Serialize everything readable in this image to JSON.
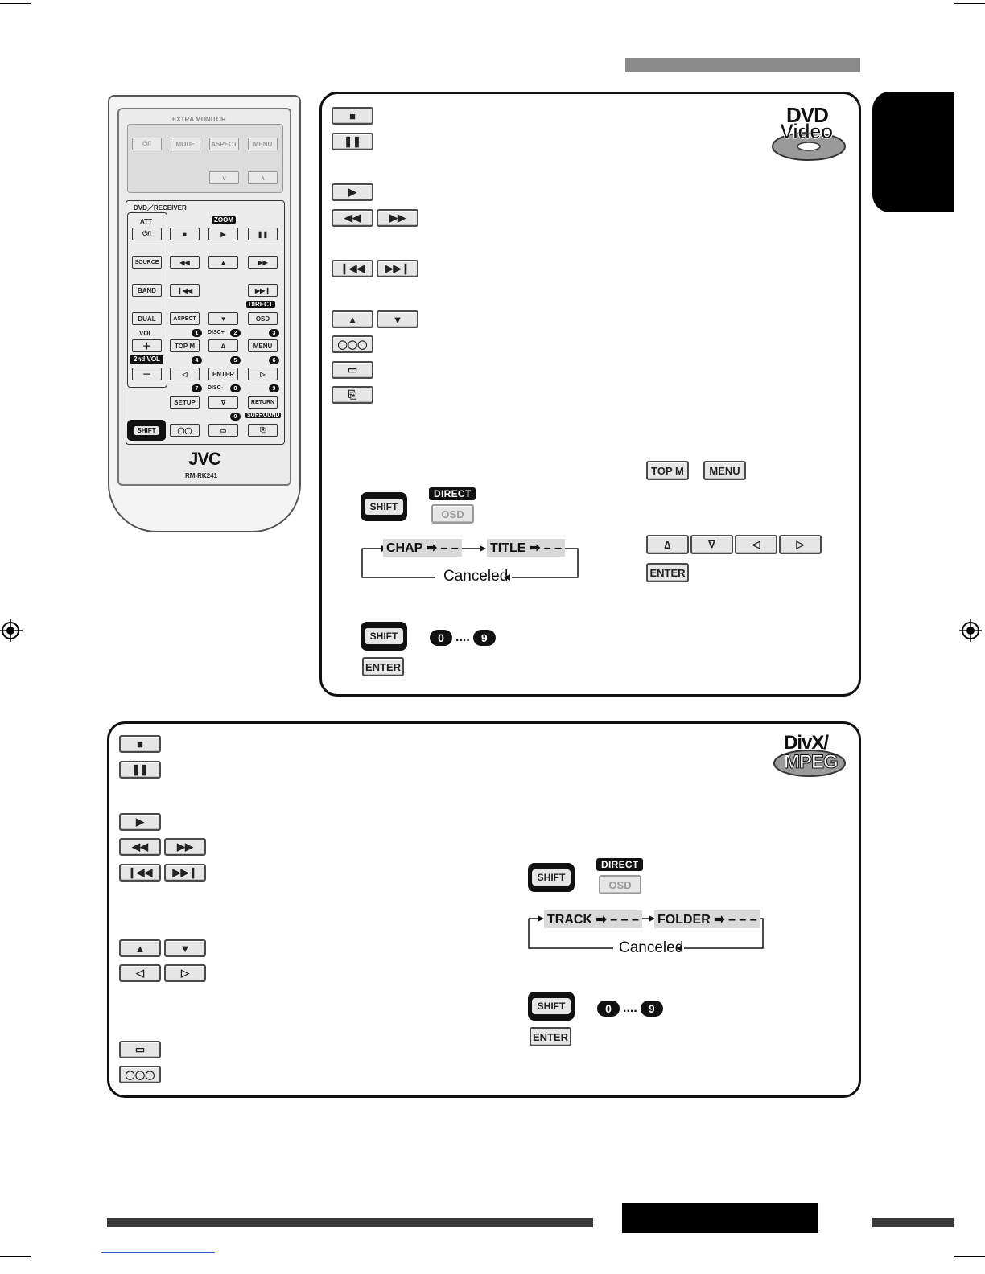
{
  "remote": {
    "extra_monitor": "EXTRA MONITOR",
    "power": "⏻/I",
    "mode": "MODE",
    "aspect": "ASPECT",
    "menu": "MENU",
    "down": "∨",
    "up": "∧",
    "dvd_receiver": "DVD／RECEIVER",
    "att": "ATT",
    "zoom": "ZOOM",
    "source": "SOURCE",
    "band": "BAND",
    "dual": "DUAL",
    "aspect2": "ASPECT",
    "direct": "DIRECT",
    "osd": "OSD",
    "vol": "VOL",
    "plus": "＋",
    "topm": "TOP M",
    "menu2": "MENU",
    "second_vol": "2nd VOL",
    "minus": "－",
    "enter": "ENTER",
    "setup": "SETUP",
    "return": "RETURN",
    "surround": "SURROUND",
    "shift": "SHIFT",
    "disc_plus": "DISC+",
    "disc_minus": "DISC-",
    "nums": [
      "1",
      "2",
      "3",
      "4",
      "5",
      "6",
      "7",
      "8",
      "9",
      "0"
    ],
    "brand": "JVC",
    "model": "RM-RK241"
  },
  "dvd_panel": {
    "logo_line1": "DVD",
    "logo_line2": "Video",
    "topm": "TOP M",
    "menu": "MENU",
    "shift": "SHIFT",
    "direct": "DIRECT",
    "osd": "OSD",
    "flow_chap": "CHAP ➡ – –",
    "flow_title": "TITLE ➡ – –",
    "canceled": "Canceled",
    "up_tri": "∆",
    "down_tri": "∇",
    "left_tri": "◁",
    "right_tri": "▷",
    "enter": "ENTER",
    "shift2": "SHIFT",
    "num_start": "0",
    "num_dots": "....",
    "num_end": "9",
    "enter2": "ENTER"
  },
  "divx_panel": {
    "logo_line1": "DivX/",
    "logo_line2": "MPEG",
    "shift": "SHIFT",
    "direct": "DIRECT",
    "osd": "OSD",
    "flow_track": "TRACK ➡ – – –",
    "flow_folder": "FOLDER ➡ – – –",
    "canceled": "Canceled",
    "shift2": "SHIFT",
    "num_start": "0",
    "num_dots": "....",
    "num_end": "9",
    "enter": "ENTER"
  }
}
